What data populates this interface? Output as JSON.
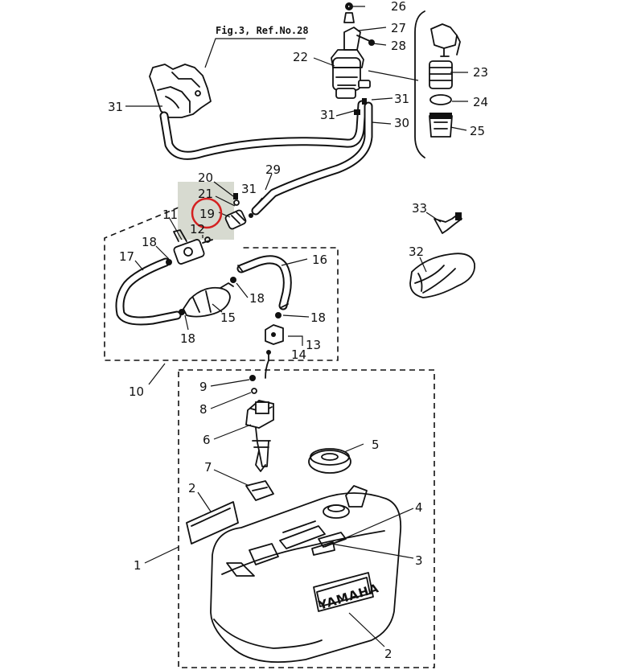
{
  "reference": "Fig.3, Ref.No.28",
  "brand": "YAMAHA",
  "highlight_color": "#d42020",
  "highlight_box_color": "#c9cdc0",
  "callouts": {
    "c1": "1",
    "c2a": "2",
    "c2b": "2",
    "c3": "3",
    "c4": "4",
    "c5": "5",
    "c6": "6",
    "c7": "7",
    "c8": "8",
    "c9": "9",
    "c10": "10",
    "c11": "11",
    "c12": "12",
    "c13": "13",
    "c14": "14",
    "c15": "15",
    "c16": "16",
    "c17": "17",
    "c18a": "18",
    "c18b": "18",
    "c18c": "18",
    "c18d": "18",
    "c19": "19",
    "c20": "20",
    "c21": "21",
    "c22": "22",
    "c23": "23",
    "c24": "24",
    "c25": "25",
    "c26": "26",
    "c27": "27",
    "c28": "28",
    "c29": "29",
    "c30": "30",
    "c31a": "31",
    "c31b": "31",
    "c31c": "31",
    "c31d": "31",
    "c32": "32",
    "c33": "33"
  }
}
